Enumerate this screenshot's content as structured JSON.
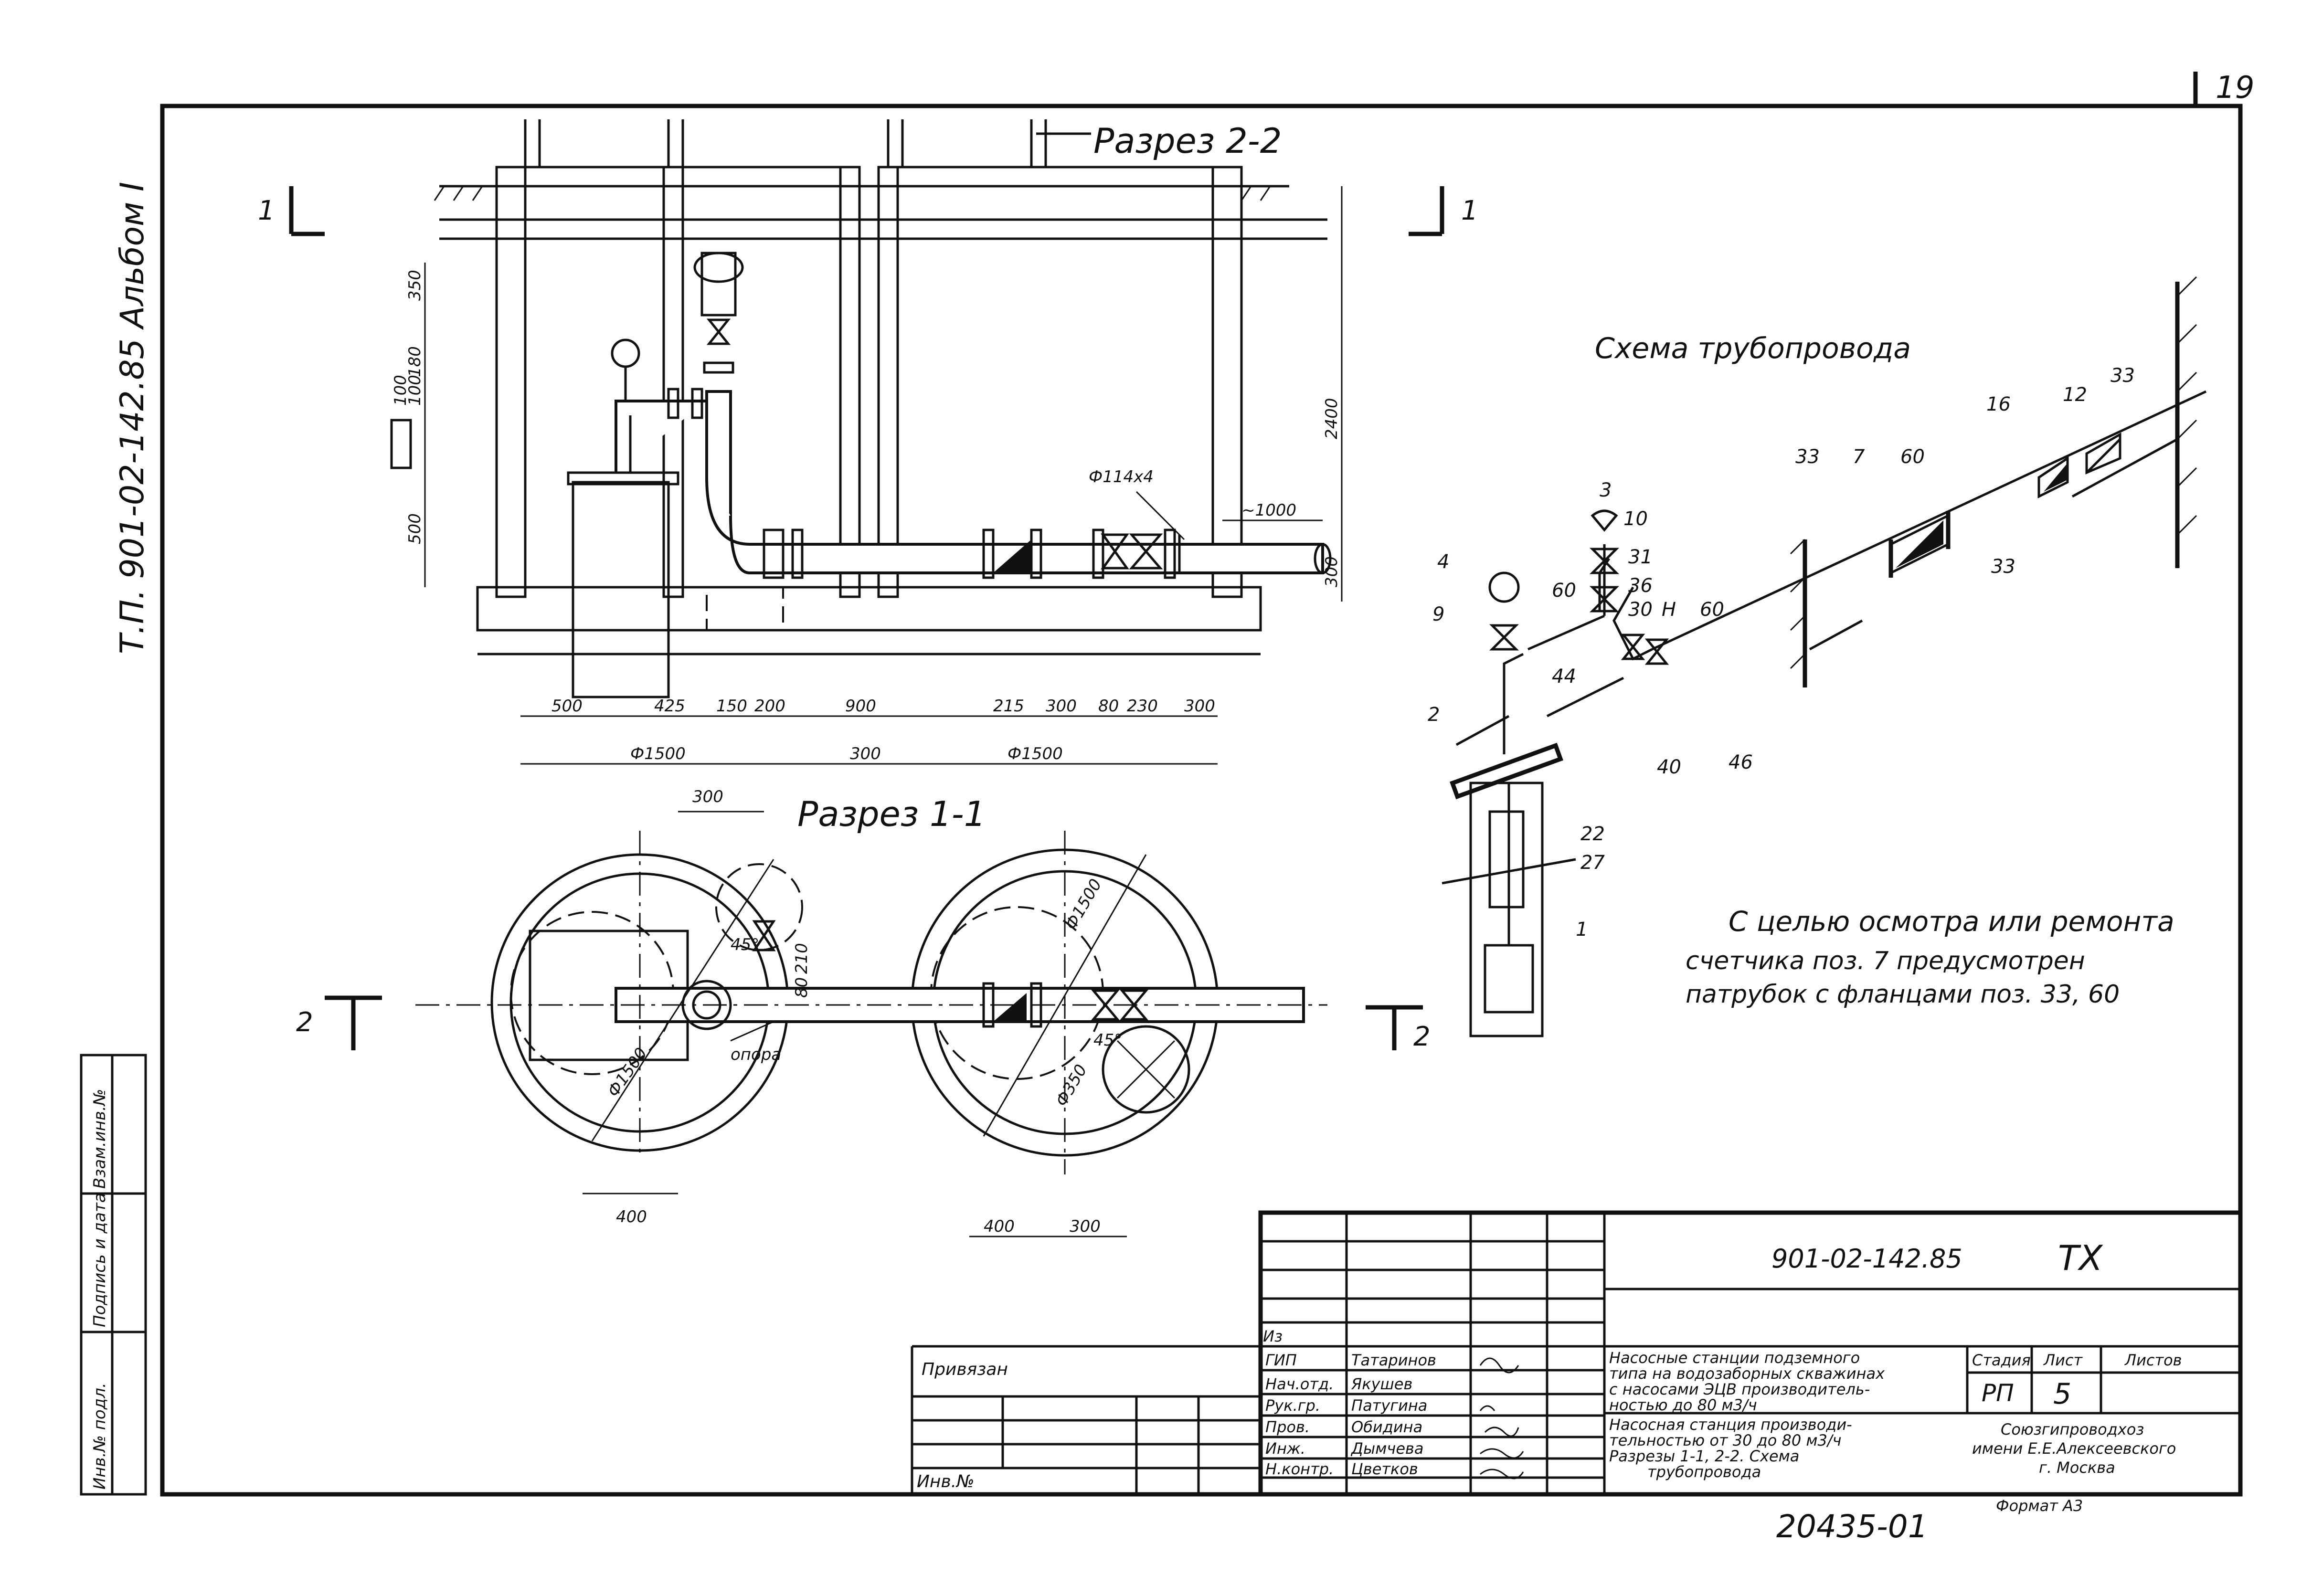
{
  "sheet_number": "19",
  "side_label": "Т.П. 901-02-142.85  Альбом I",
  "sections": {
    "section_2_2": "Разрез 2-2",
    "section_1_1": "Разрез 1-1",
    "cut_marks": [
      "1",
      "1",
      "2",
      "2"
    ]
  },
  "pipeline_scheme": {
    "title": "Схема трубопровода",
    "positions": [
      "3",
      "10",
      "31",
      "36",
      "30",
      "Н",
      "60",
      "4",
      "9",
      "60",
      "44",
      "40",
      "46",
      "2",
      "22",
      "27",
      "1",
      "33",
      "7",
      "60",
      "16",
      "12",
      "33",
      "33"
    ]
  },
  "note": {
    "line1": "С целью осмотра или ремонта",
    "line2": "счетчика поз. 7 предусмотрен",
    "line3": "патрубок с фланцами поз. 33, 60"
  },
  "dims_section_2_2": {
    "bottom_row": [
      "500",
      "425",
      "150",
      "200",
      "900",
      "215",
      "300",
      "80",
      "230",
      "300"
    ],
    "second_row": [
      "Ф1500",
      "300",
      "Ф1500"
    ],
    "left_col": [
      "350",
      "180",
      "100",
      "100",
      "500"
    ],
    "right_col": [
      "2400",
      "300"
    ],
    "pipe": "Ф114х4",
    "offset": "~1000"
  },
  "dims_section_1_1": {
    "top": "300",
    "angle_left": "45°",
    "angle_right": "45°",
    "d_left": "Ф1500",
    "d_right": "Ф1500",
    "d_hatch": "Ф350",
    "valve": "210",
    "small": "80",
    "support": "опора",
    "bottom_left": "400",
    "bottom_right": [
      "400",
      "300"
    ]
  },
  "left_strip": {
    "rows": [
      "Взам.инв.№",
      "Подпись и дата",
      "Инв.№ подл."
    ]
  },
  "stamp": {
    "doc_code": "901-02-142.85",
    "doc_mark": "ТХ",
    "tiny": "Из",
    "privyazan": "Привязан",
    "inv_no": "Инв.№",
    "roles": [
      "ГИП",
      "Нач.отд.",
      "Рук.гр.",
      "Пров.",
      "Инж.",
      "Н.контр."
    ],
    "names": [
      "Татаринов",
      "Якушев",
      "Патугина",
      "Обидина",
      "Дымчева",
      "Цветков"
    ],
    "signatures": [
      "",
      "",
      "",
      "",
      "",
      ""
    ],
    "dates": [
      "",
      "",
      "",
      "",
      "",
      ""
    ],
    "project_title": [
      "Насосные станции подземного",
      "типа на водозаборных скважинах",
      "с насосами ЭЦВ производитель-",
      "ностью до 80 м3/ч"
    ],
    "sheet_title": [
      "Насосная станция производи-",
      "тельностью от 30 до 80 м3/ч",
      "Разрезы 1-1, 2-2. Схема",
      "трубопровода"
    ],
    "stage_hdr": "Стадия",
    "sheet_hdr": "Лист",
    "sheets_hdr": "Листов",
    "stage": "РП",
    "sheet": "5",
    "sheets": "",
    "org": [
      "Союзгипроводхоз",
      "имени Е.Е.Алексеевского",
      "г. Москва"
    ],
    "format": "Формат А3"
  },
  "archive_no": "20435-01"
}
